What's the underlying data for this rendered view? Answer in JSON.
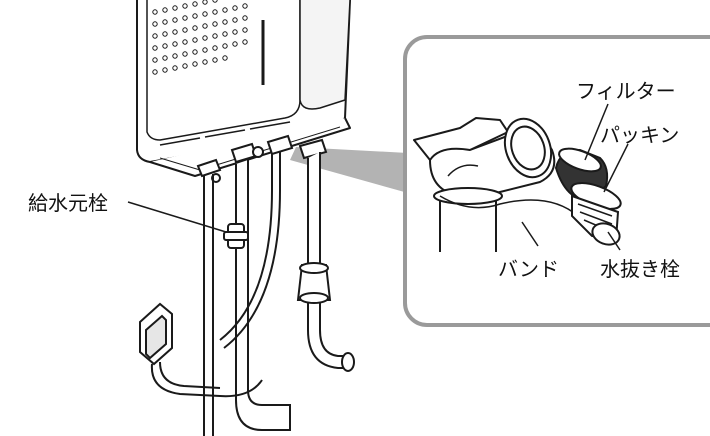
{
  "labels": {
    "supply_valve": "給水元栓",
    "filter": "フィルター",
    "packing": "パッキン",
    "band": "バンド",
    "drain_plug": "水抜き栓"
  },
  "colors": {
    "line": "#1a1a1a",
    "panel_border": "#9a9a9a",
    "callout_fill": "#b3b3b3",
    "unit_fill": "#ffffff",
    "mesh": "#333333"
  }
}
